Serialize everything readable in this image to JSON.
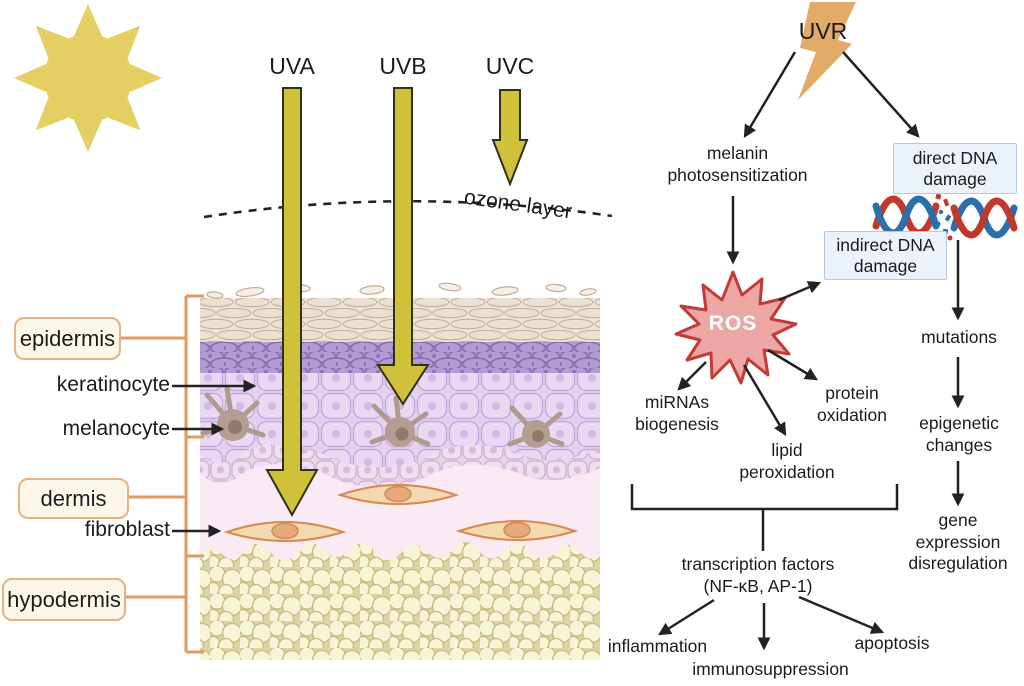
{
  "left": {
    "uv_labels": [
      "UVA",
      "UVB",
      "UVC"
    ],
    "ozone_label": "ozone layer",
    "layer_boxes": [
      "epidermis",
      "dermis",
      "hypodermis"
    ],
    "cell_labels": [
      "keratinocyte",
      "melanocyte",
      "fibroblast"
    ]
  },
  "flow": {
    "uvr": "UVR",
    "melanin": "melanin\nphotosensitization",
    "direct_dna": "direct DNA\ndamage",
    "indirect_dna": "indirect DNA\ndamage",
    "ros": "ROS",
    "mirnas": "miRNAs\nbiogenesis",
    "lipid": "lipid\nperoxidation",
    "protein": "protein\noxidation",
    "mutations": "mutations",
    "epigenetic": "epigenetic\nchanges",
    "gene": "gene\nexpression\ndisregulation",
    "tf": "transcription factors\n(NF-κB, AP-1)",
    "inflammation": "inflammation",
    "immunosuppression": "immunosuppression",
    "apoptosis": "apoptosis"
  },
  "icons": {
    "sun": "sun-icon",
    "uv_arrow": "uv-arrow-icon",
    "lightning": "lightning-bolt-icon",
    "ros_star": "ros-star-icon",
    "dna": "dna-helix-icon"
  },
  "colors": {
    "uv_arrow_fill": "#cfc13a",
    "uv_arrow_stroke": "#33301a",
    "sun": "#e4cf63",
    "lightning_bolt": "#e2aa67",
    "ros_fill": "#eca6a4",
    "ros_stroke": "#c23b36",
    "dna_red": "#c0392b",
    "dna_blue": "#2c6fad",
    "dna_box_bg": "#ebf2f9",
    "dna_box_border": "#b3c9e2",
    "label_box_bg": "#fcf7e8",
    "label_box_border": "#e5b285",
    "bracket_orange": "#e0995f",
    "arrow_black": "#222222"
  }
}
